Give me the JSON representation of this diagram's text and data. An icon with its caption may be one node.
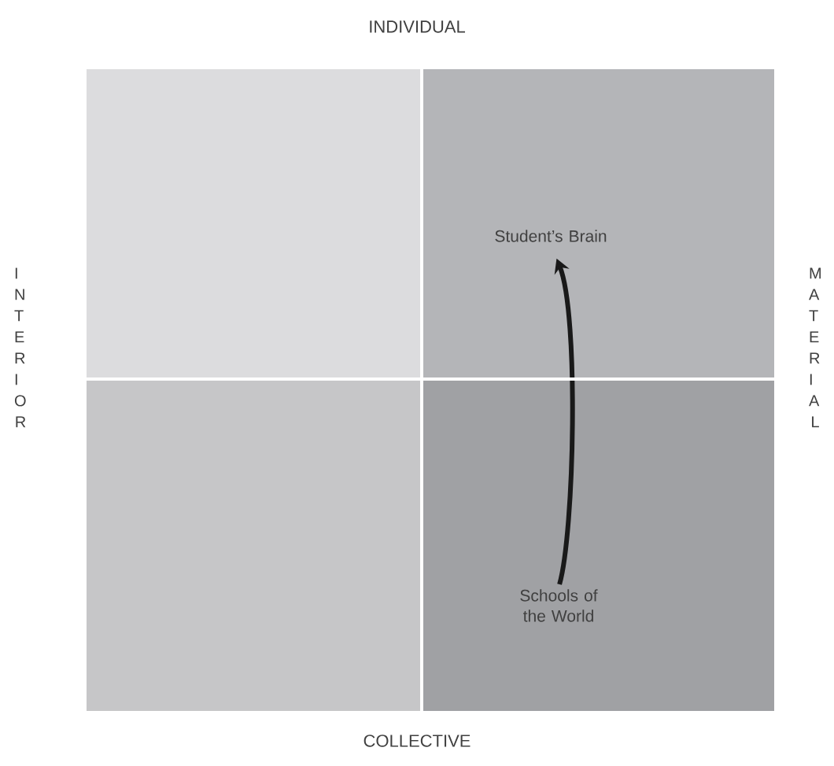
{
  "diagram": {
    "nodes": [
      {
        "text": [],
        "shape": "box"
      },
      {
        "text": [],
        "shape": "box"
      },
      {
        "text": [
          "Student’s Brain"
        ],
        "in": 1
      },
      {
        "text": [],
        "shape": "box"
      },
      {
        "text": [],
        "shape": "box"
      },
      {
        "text": [
          "Schools of the World"
        ],
        "in": 4
      }
    ],
    "edges": [
      {
        "from": 5,
        "to": 2,
        "arrow": "to"
      }
    ],
    "labels": [
      "INDIVIDUAL",
      "INTERIOR",
      "MATERIAL",
      "COLLECTIVE"
    ]
  }
}
